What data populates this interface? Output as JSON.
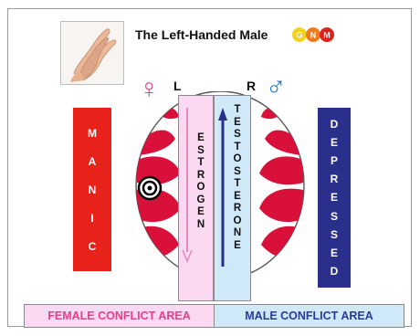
{
  "title": "The Left-Handed Male",
  "logo": {
    "letters": [
      "G",
      "N",
      "M"
    ],
    "colors": [
      "#f2d21c",
      "#f07a1a",
      "#e0201a"
    ]
  },
  "photo": {
    "subject": "hands-clapping-image"
  },
  "side_labels": {
    "left": "L",
    "right": "R"
  },
  "symbols": {
    "female": "♀",
    "male": "♂",
    "female_color": "#e83e8c",
    "male_color": "#1f78c8"
  },
  "manic": {
    "letters": [
      "M",
      "A",
      "N",
      "I",
      "C"
    ],
    "color": "#e8221b"
  },
  "depressed": {
    "letters": [
      "D",
      "E",
      "P",
      "R",
      "E",
      "S",
      "S",
      "E",
      "D"
    ],
    "color": "#2a2f8c"
  },
  "estrogen": {
    "letters": [
      "E",
      "S",
      "T",
      "R",
      "O",
      "G",
      "E",
      "N"
    ],
    "band_color": "#fbd9f2"
  },
  "testosterone": {
    "letters": [
      "T",
      "E",
      "S",
      "T",
      "O",
      "S",
      "T",
      "E",
      "R",
      "O",
      "N",
      "E"
    ],
    "band_color": "#cfe9f8"
  },
  "areas": {
    "female": "FEMALE CONFLICT AREA",
    "male": "MALE CONFLICT AREA",
    "female_color": "#e83e8c",
    "male_color": "#2a3a9c"
  },
  "lobe_color": "#d8103a"
}
